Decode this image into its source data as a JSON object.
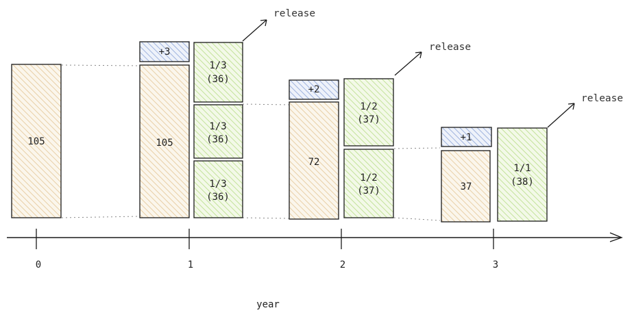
{
  "diagram": {
    "x_axis_label": "year",
    "ticks": [
      "0",
      "1",
      "2",
      "3"
    ],
    "release_label": "release",
    "year0": {
      "total": "105"
    },
    "year1": {
      "added": "+3",
      "remaining": "105",
      "parts": [
        {
          "fraction": "1/3",
          "amount": "(36)"
        },
        {
          "fraction": "1/3",
          "amount": "(36)"
        },
        {
          "fraction": "1/3",
          "amount": "(36)"
        }
      ]
    },
    "year2": {
      "added": "+2",
      "remaining": "72",
      "parts": [
        {
          "fraction": "1/2",
          "amount": "(37)"
        },
        {
          "fraction": "1/2",
          "amount": "(37)"
        }
      ]
    },
    "year3": {
      "added": "+1",
      "remaining": "37",
      "parts": [
        {
          "fraction": "1/1",
          "amount": "(38)"
        }
      ]
    },
    "colors": {
      "remaining": "#e8cfa6",
      "released": "#c3e29a",
      "added": "#9fb3de"
    }
  }
}
